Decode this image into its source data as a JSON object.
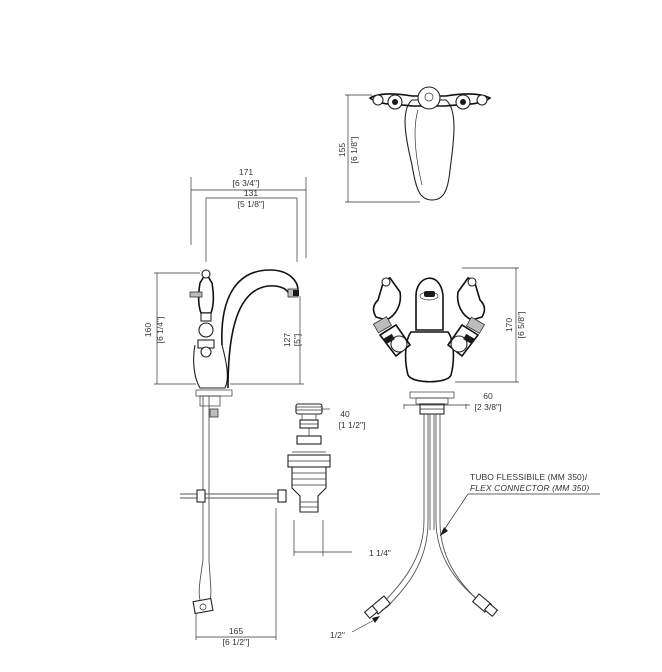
{
  "dimensions": {
    "top_view_height": {
      "mm": "155",
      "inch": "[6 1/8\"]"
    },
    "overall_width": {
      "mm": "171",
      "inch": "[6 3/4\"]"
    },
    "spout_reach": {
      "mm": "131",
      "inch": "[5 1/8\"]"
    },
    "total_height": {
      "mm": "160",
      "inch": "[6 1/4\"]"
    },
    "spout_height": {
      "mm": "127",
      "inch": "[5\"]"
    },
    "front_height": {
      "mm": "170",
      "inch": "[6 5/8\"]"
    },
    "base_diameter": {
      "mm": "60",
      "inch": "[2 3/8\"]"
    },
    "drain_diameter": {
      "mm": "40",
      "inch": "[1 1/2\"]"
    },
    "drain_thread": {
      "inch": "1 1/4\""
    },
    "rod_length": {
      "mm": "165",
      "inch": "[6 1/2\"]"
    },
    "hose_thread": {
      "inch": "1/2\""
    }
  },
  "notes": {
    "hose_it": "TUBO FLESSIBILE (MM 350)/",
    "hose_en": "FLEX CONNECTOR (MM 350)"
  }
}
